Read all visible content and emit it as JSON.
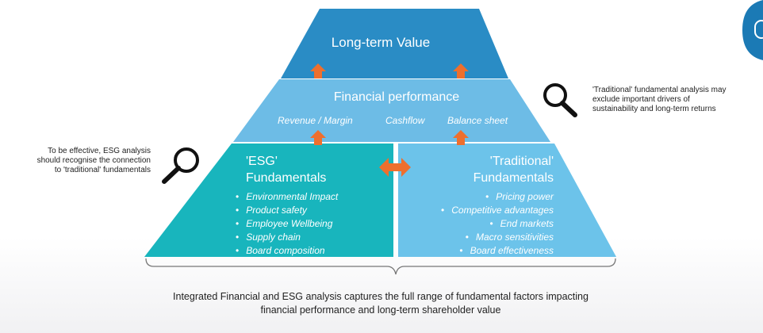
{
  "diagram": {
    "top": {
      "title": "Long-term Value"
    },
    "middle": {
      "title": "Financial performance",
      "items": [
        "Revenue / Margin",
        "Cashflow",
        "Balance sheet"
      ]
    },
    "esg": {
      "title_line1": "'ESG'",
      "title_line2": "Fundamentals",
      "items": [
        "Environmental Impact",
        "Product safety",
        "Employee Wellbeing",
        "Supply chain",
        "Board composition"
      ]
    },
    "traditional": {
      "title_line1": "'Traditional'",
      "title_line2": "Fundamentals",
      "items": [
        "Pricing power",
        "Competitive advantages",
        "End markets",
        "Macro sensitivities",
        "Board effectiveness"
      ]
    },
    "left_note": [
      "To be effective, ESG analysis",
      "should recognise the connection",
      "to 'traditional' fundamentals"
    ],
    "right_note": [
      "'Traditional' fundamental analysis may",
      "exclude important drivers of",
      "sustainability and long-term returns"
    ],
    "caption": [
      "Integrated Financial and ESG analysis captures the full range of fundamental factors impacting",
      "financial performance and long-term shareholder value"
    ]
  },
  "colors": {
    "top": "#2a8cc5",
    "middle": "#6dbce6",
    "esg": "#18b5bd",
    "traditional": "#6cc3ea",
    "arrow": "#ee6f2d",
    "bracket": "#777777",
    "corner_badge": "#1b7ab5"
  },
  "icons": [
    "search-icon",
    "up-arrow-icon",
    "double-arrow-icon"
  ]
}
